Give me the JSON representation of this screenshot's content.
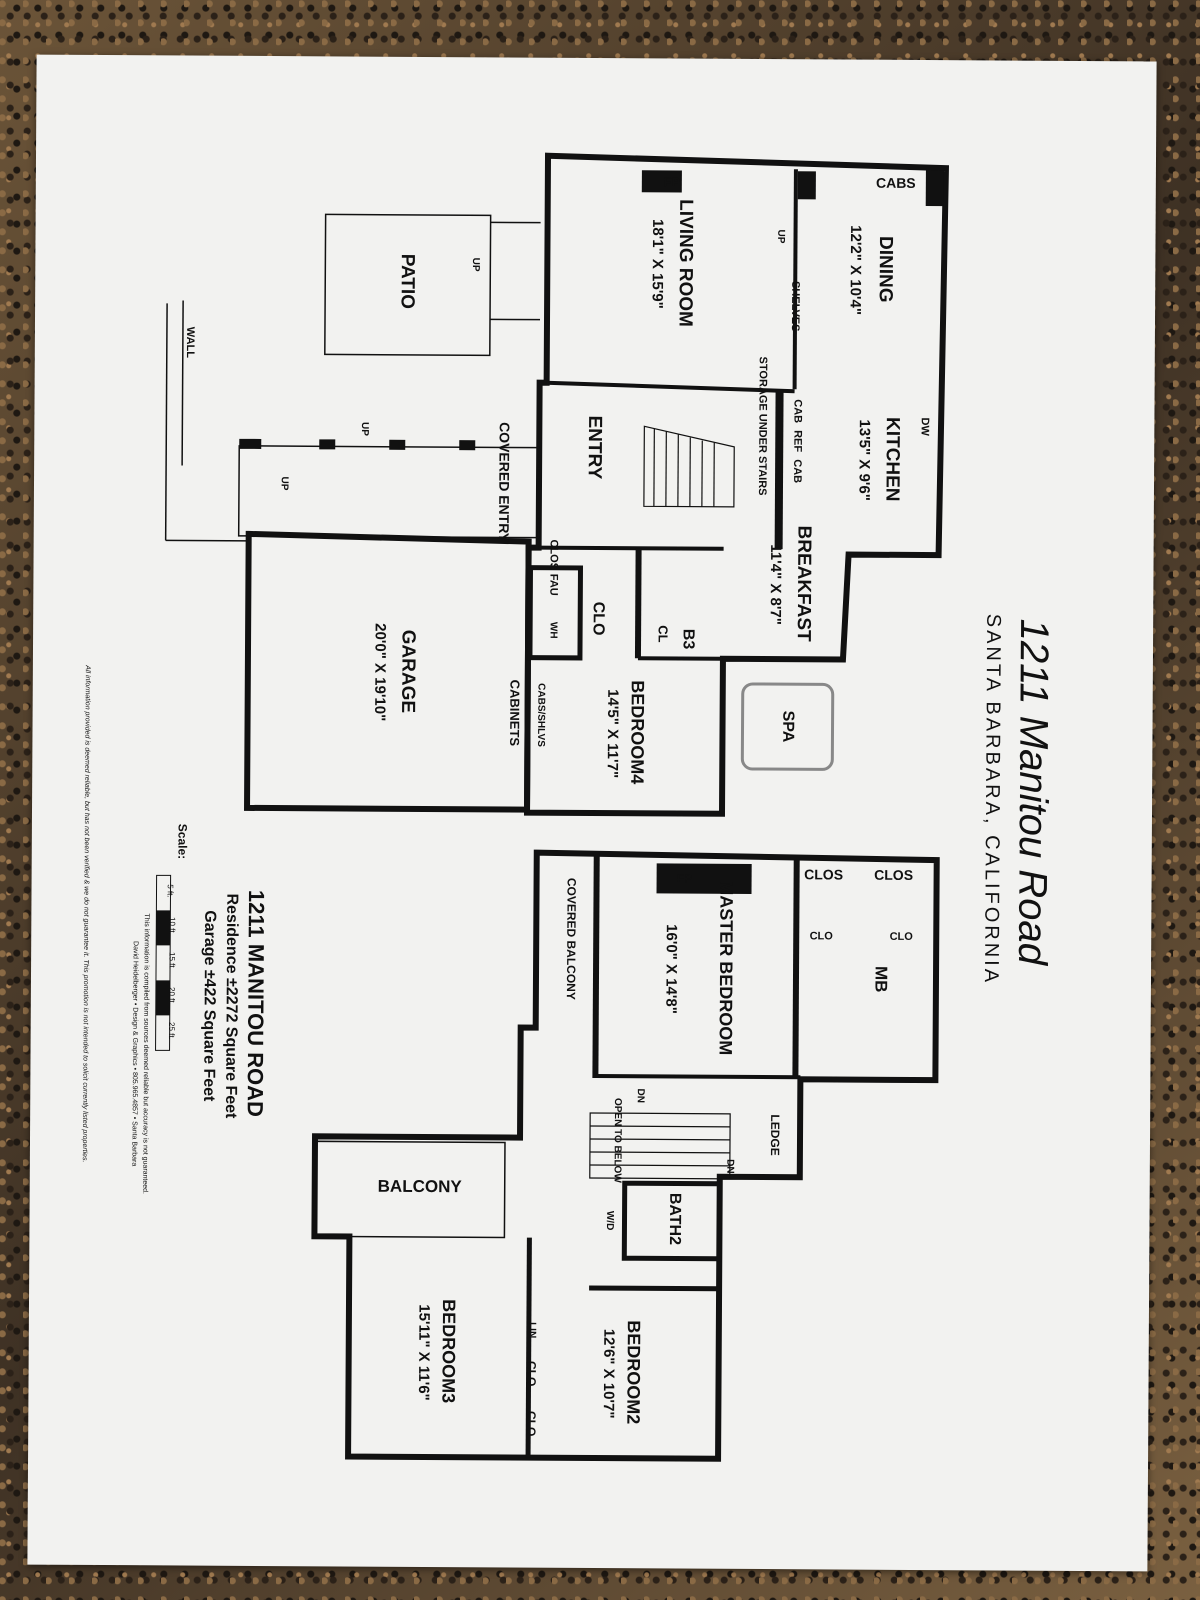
{
  "header": {
    "script_title": "1211 Manitou Road",
    "location": "SANTA BARBARA, CALIFORNIA"
  },
  "info": {
    "address": "1211 MANITOU ROAD",
    "residence": "Residence ±2272 Square Feet",
    "garage": "Garage ±422 Square Feet",
    "scale_label": "Scale:",
    "scale_ticks": [
      "5 ft.",
      "10 ft.",
      "15 ft.",
      "20 ft.",
      "25 ft."
    ],
    "credit_1": "This information is compiled from sources deemed reliable but accuracy is not guaranteed.",
    "credit_2": "David Heidelberger • Design & Graphics • 805.965.4857 • Santa Barbara"
  },
  "disclaimer": "All information provided is deemed reliable, but has not been verified & we do not guarantee it. This promotion is not intended to solicit currently listed properties.",
  "rooms": {
    "dining": {
      "name": "DINING",
      "size": "12'2\" X 10'4\""
    },
    "kitchen": {
      "name": "KITCHEN",
      "size": "13'5\" X 9'6\""
    },
    "breakfast": {
      "name": "BREAKFAST",
      "size": "11'4\" X 8'7\""
    },
    "living": {
      "name": "LIVING ROOM",
      "size": "18'1\" X 15'9\""
    },
    "entry": {
      "name": "ENTRY"
    },
    "covered_entry": {
      "name": "COVERED ENTRY"
    },
    "patio": {
      "name": "PATIO"
    },
    "garage": {
      "name": "GARAGE",
      "size": "20'0\" X 19'10\""
    },
    "bedroom4": {
      "name": "BEDROOM4",
      "size": "14'5\" X 11'7\""
    },
    "spa": {
      "name": "SPA"
    },
    "master": {
      "name": "MASTER BEDROOM",
      "size": "16'0\" X 14'8\""
    },
    "bedroom2": {
      "name": "BEDROOM2",
      "size": "12'6\" X 10'7\""
    },
    "bedroom3": {
      "name": "BEDROOM3",
      "size": "15'11\" X 11'6\""
    },
    "balcony": {
      "name": "BALCONY"
    },
    "covered_balcony": {
      "name": "COVERED BALCONY"
    },
    "bath2": {
      "name": "BATH2"
    },
    "mb": {
      "name": "MB"
    },
    "b3": {
      "name": "B3"
    }
  },
  "labels": {
    "cabs": "CABS",
    "fp": "FP",
    "fp2": "FP",
    "dw": "DW",
    "shelves": "SHELVES",
    "storage": "STORAGE UNDER STAIRS",
    "cab": "CAB",
    "ref": "REF",
    "cab2": "CAB",
    "clos": "CLOS",
    "fau": "FAU",
    "wh": "WH",
    "clo": "CLO",
    "cl": "CL",
    "cabinets": "CABINETS",
    "cabs_shlvs": "CABS/SHLVS",
    "wall": "WALL",
    "up": "UP",
    "dn": "DN",
    "clos_a": "CLOS",
    "clos_b": "CLOS",
    "clo_a": "CLO",
    "clo_b": "CLO",
    "ledge": "LEDGE",
    "open_below": "OPEN TO BELOW",
    "wd": "W/D",
    "lin": "LIN",
    "clo_c": "CLO",
    "clo_d": "CLO"
  }
}
